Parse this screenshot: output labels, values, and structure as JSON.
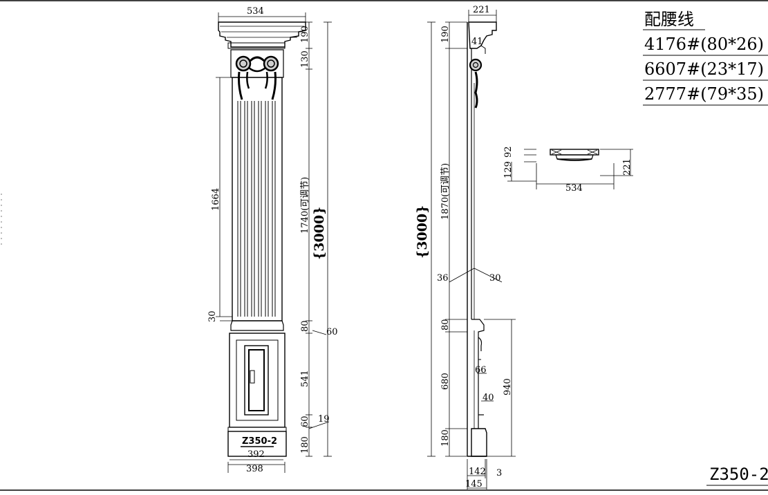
{
  "legend": {
    "title": "配腰线",
    "items": [
      "4176#(80*26)",
      "6607#(23*17)",
      "2777#(79*35)"
    ]
  },
  "model_code": "Z350-2",
  "front_view": {
    "widths": {
      "top": "534",
      "base_inner": "392",
      "base_outer": "398"
    },
    "shaft_height": "1664",
    "shaft_gap": "30",
    "heights": [
      "190",
      "130",
      "1740(可调节)",
      "80",
      "541",
      "60",
      "180"
    ],
    "total": "{3000}",
    "offset_60": "60",
    "offset_19": "19",
    "tag": "Z350-2"
  },
  "side_view": {
    "top_width": "221",
    "projection": "41",
    "heights": [
      "190",
      "1870(可调节)",
      "80",
      "680",
      "180"
    ],
    "total": "{3000}",
    "lower_height": "940",
    "offsets": [
      "36",
      "30",
      "66",
      "40"
    ],
    "bottom_widths": [
      "142",
      "3",
      "145"
    ]
  },
  "detail": {
    "heights": [
      "92",
      "129"
    ],
    "total_height": "221",
    "width": "534"
  }
}
